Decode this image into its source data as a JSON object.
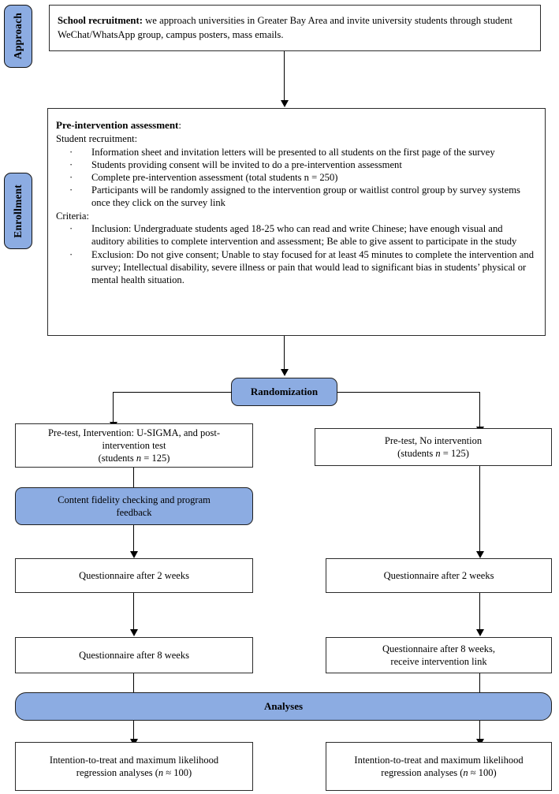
{
  "figure": {
    "type": "study-flow-diagram",
    "accent_color": "#8CACE2",
    "line_color": "#000000",
    "box_border_color": "#2b2b2b"
  },
  "stages": [
    {
      "label": "Approach"
    },
    {
      "label": "Enrollment"
    }
  ],
  "approach_box": {
    "lead": "School recruitment:",
    "body": " we approach universities in Greater Bay Area and invite university students through student WeChat/WhatsApp group, campus posters, mass emails."
  },
  "enrollment_box": {
    "title": "Pre-intervention assessment",
    "title_suffix": ":",
    "section1_label": "Student recruitment:",
    "bullet_glyph": "·",
    "section1_items": [
      "Information sheet and invitation letters will be presented to all students on the first page of the survey",
      "Students providing consent will be invited to do a pre-intervention assessment",
      "Complete pre-intervention assessment (total students n = 250)",
      "Participants will be randomly assigned to the intervention group or waitlist control group by survey systems once they click on the survey link"
    ],
    "section2_label": "Criteria:",
    "section2_items": [
      "Inclusion: Undergraduate students aged 18-25 who can read and write Chinese; have enough visual and auditory abilities to complete intervention and assessment; Be able to give assent to participate in the study",
      "Exclusion: Do not give consent; Unable to stay focused for at least 45 minutes to complete the intervention and survey; Intellectual disability, severe illness or pain that would lead to significant bias in students’ physical or mental health situation."
    ]
  },
  "randomization": {
    "label": "Randomization"
  },
  "left_arm": {
    "allocation_line1": "Pre-test, Intervention: U-SIGMA, and post-",
    "allocation_line2": "intervention test",
    "allocation_line3_pre": "(students ",
    "allocation_line3_italic": "n",
    "allocation_line3_post": " = 125)",
    "fidelity_line1": "Content fidelity checking and program",
    "fidelity_line2": "feedback",
    "q2w": "Questionnaire after 2 weeks",
    "q8w": "Questionnaire after 8 weeks",
    "analysis_line1": "Intention-to-treat and maximum likelihood",
    "analysis_line2_pre": "regression analyses (",
    "analysis_line2_italic": "n",
    "analysis_line2_post": "  ≈  100)"
  },
  "right_arm": {
    "allocation_line1": "Pre-test, No intervention",
    "allocation_line2_pre": "(students ",
    "allocation_line2_italic": "n",
    "allocation_line2_post": " = 125)",
    "q2w": "Questionnaire after 2 weeks",
    "q8w_line1": "Questionnaire after 8 weeks,",
    "q8w_line2": "receive intervention link",
    "analysis_line1": "Intention-to-treat and maximum likelihood",
    "analysis_line2_pre": "regression analyses (",
    "analysis_line2_italic": "n",
    "analysis_line2_post": "  ≈  100)"
  },
  "analyses_bar": {
    "label": "Analyses"
  }
}
